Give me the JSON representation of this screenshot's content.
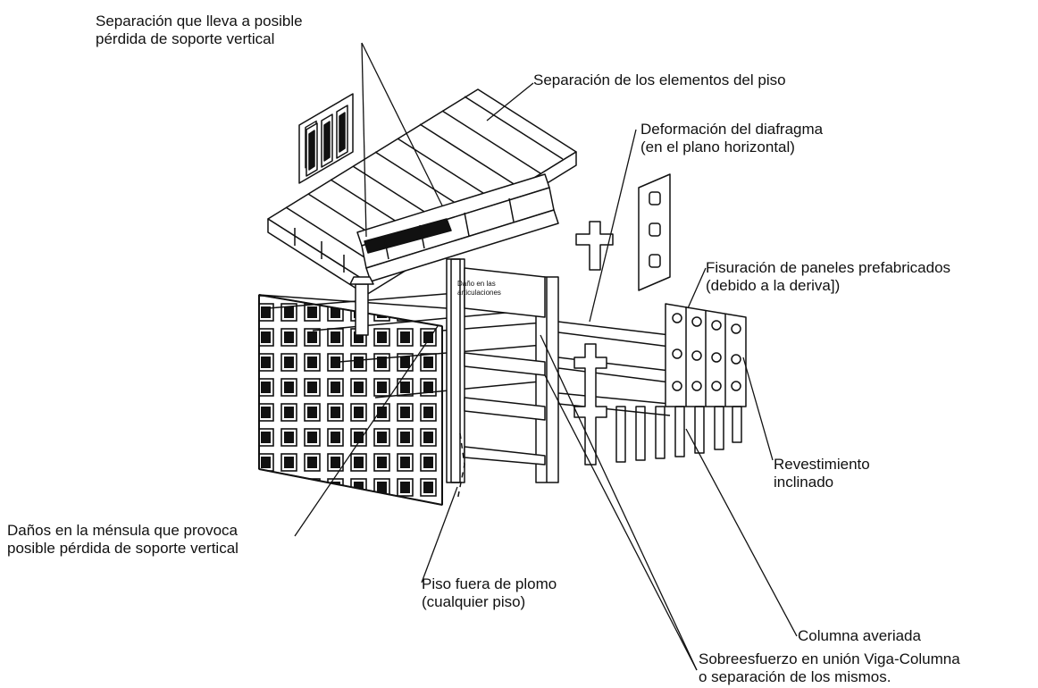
{
  "labels": {
    "separacion_vertical": [
      "Separación que lleva a posible",
      "pérdida de soporte vertical"
    ],
    "separacion_piso": [
      "Separación de los elementos del piso"
    ],
    "deformacion_diafragma": [
      "Deformación del diafragma",
      "(en el plano horizontal)"
    ],
    "fisuracion_paneles": [
      "Fisuración de paneles prefabricados",
      "(debido a la deriva])"
    ],
    "dano_articulaciones": [
      "Daño en las",
      "articulaciones"
    ],
    "revestimiento": [
      "Revestimiento",
      "inclinado"
    ],
    "danos_mensula": [
      "Daños en la ménsula que provoca",
      "posible pérdida de soporte vertical"
    ],
    "piso_fuera_plomo": [
      "Piso fuera de plomo",
      "(cualquier piso)"
    ],
    "columna_averiada": [
      "Columna averiada"
    ],
    "sobreesfuerzo": [
      "Sobreesfuerzo en unión Viga-Columna",
      "o separación de los mismos."
    ]
  },
  "colors": {
    "ink": "#111111",
    "background": "#ffffff"
  }
}
